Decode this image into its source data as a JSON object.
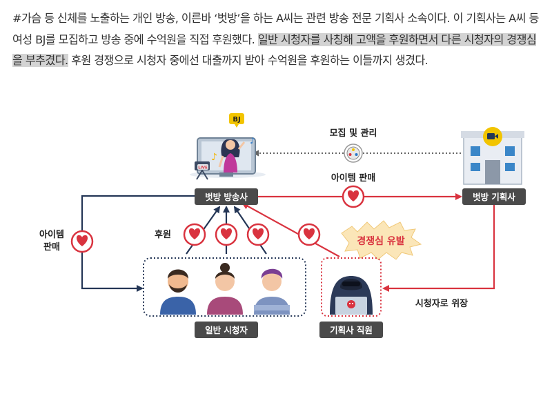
{
  "article": {
    "part1": "#가슴 등 신체를 노출하는 개인 방송, 이른바 ‘벗방’을 하는 A씨는 관련 방송 전문 기획사 소속이다. 이 기획사는 A씨 등 여성 BJ를 모집하고 방송 중에 수억원을 직접 후원했다. ",
    "highlight": "일반 시청자를 사칭해 고액을 후원하면서 다른 시청자의 경쟁심을 부추겼다.",
    "part2": " 후원 경쟁으로 시청자 중에선 대출까지 받아 수억원을 후원하는 이들까지 생겼다."
  },
  "diagram": {
    "bj_badge": "BJ",
    "live_badge": "LIVE",
    "bj_station": "벗방 방송사",
    "agency": "벗방 기획사",
    "viewers": "일반 시청자",
    "agency_staff": "기획사 직원",
    "recruit_manage": "모집 및 관리",
    "item_sales_top": "아이템 판매",
    "item_sales_left_line1": "아이템",
    "item_sales_left_line2": "판매",
    "donation": "후원",
    "competition": "경쟁심 유발",
    "disguise": "시청자로 위장"
  },
  "colors": {
    "red": "#d9333f",
    "navy": "#243656",
    "label_box": "#4a4a4a",
    "monitor": "#a9b7c6"
  }
}
